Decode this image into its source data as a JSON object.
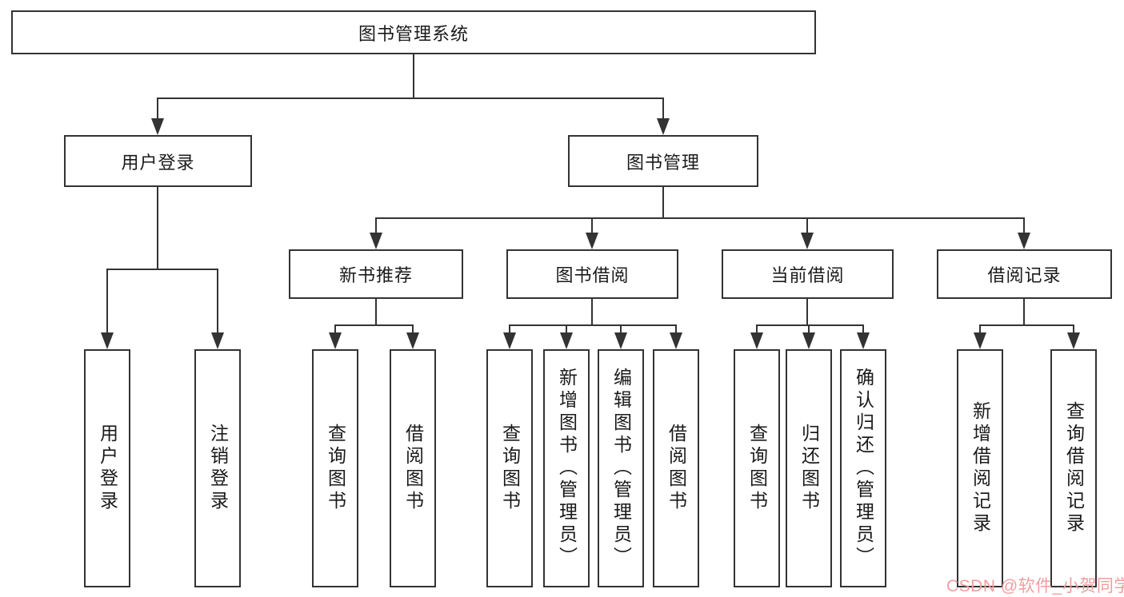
{
  "diagram": {
    "root": {
      "label": "图书管理系统"
    },
    "branches": [
      {
        "label": "用户登录",
        "children": [
          "用户登录",
          "注销登录"
        ]
      },
      {
        "label": "图书管理",
        "groups": [
          {
            "label": "新书推荐",
            "children": [
              "查询图书",
              "借阅图书"
            ]
          },
          {
            "label": "图书借阅",
            "children": [
              "查询图书",
              "新增图书（管理员）",
              "编辑图书（管理员）",
              "借阅图书"
            ]
          },
          {
            "label": "当前借阅",
            "children": [
              "查询图书",
              "归还图书",
              "确认归还（管理员）"
            ]
          },
          {
            "label": "借阅记录",
            "children": [
              "新增借阅记录",
              "查询借阅记录"
            ]
          }
        ]
      }
    ]
  },
  "watermark": {
    "text": "CSDN @软件_小贺同学",
    "color": "#f19e9e"
  },
  "colors": {
    "line": "#333333",
    "text": "#1a1a1a",
    "background": "#ffffff"
  }
}
